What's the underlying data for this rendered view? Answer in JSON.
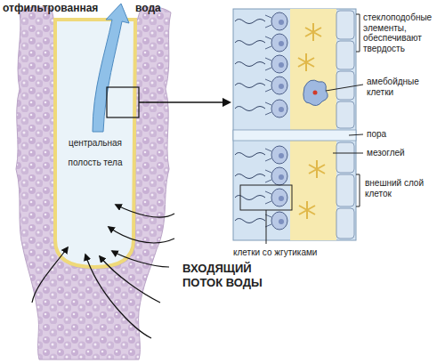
{
  "diagram": {
    "labels": [
      "отфильтрованная",
      "вода",
      "центральная полость тела",
      "ВХОДЯЩИЙ ПОТОК ВОДЫ",
      "стеклоподобные элементы, обеспечивают твердость",
      "амебойдные клетки",
      "пора",
      "мезоглей",
      "внешний слой клеток",
      "клетки со жгутиками"
    ]
  }
}
